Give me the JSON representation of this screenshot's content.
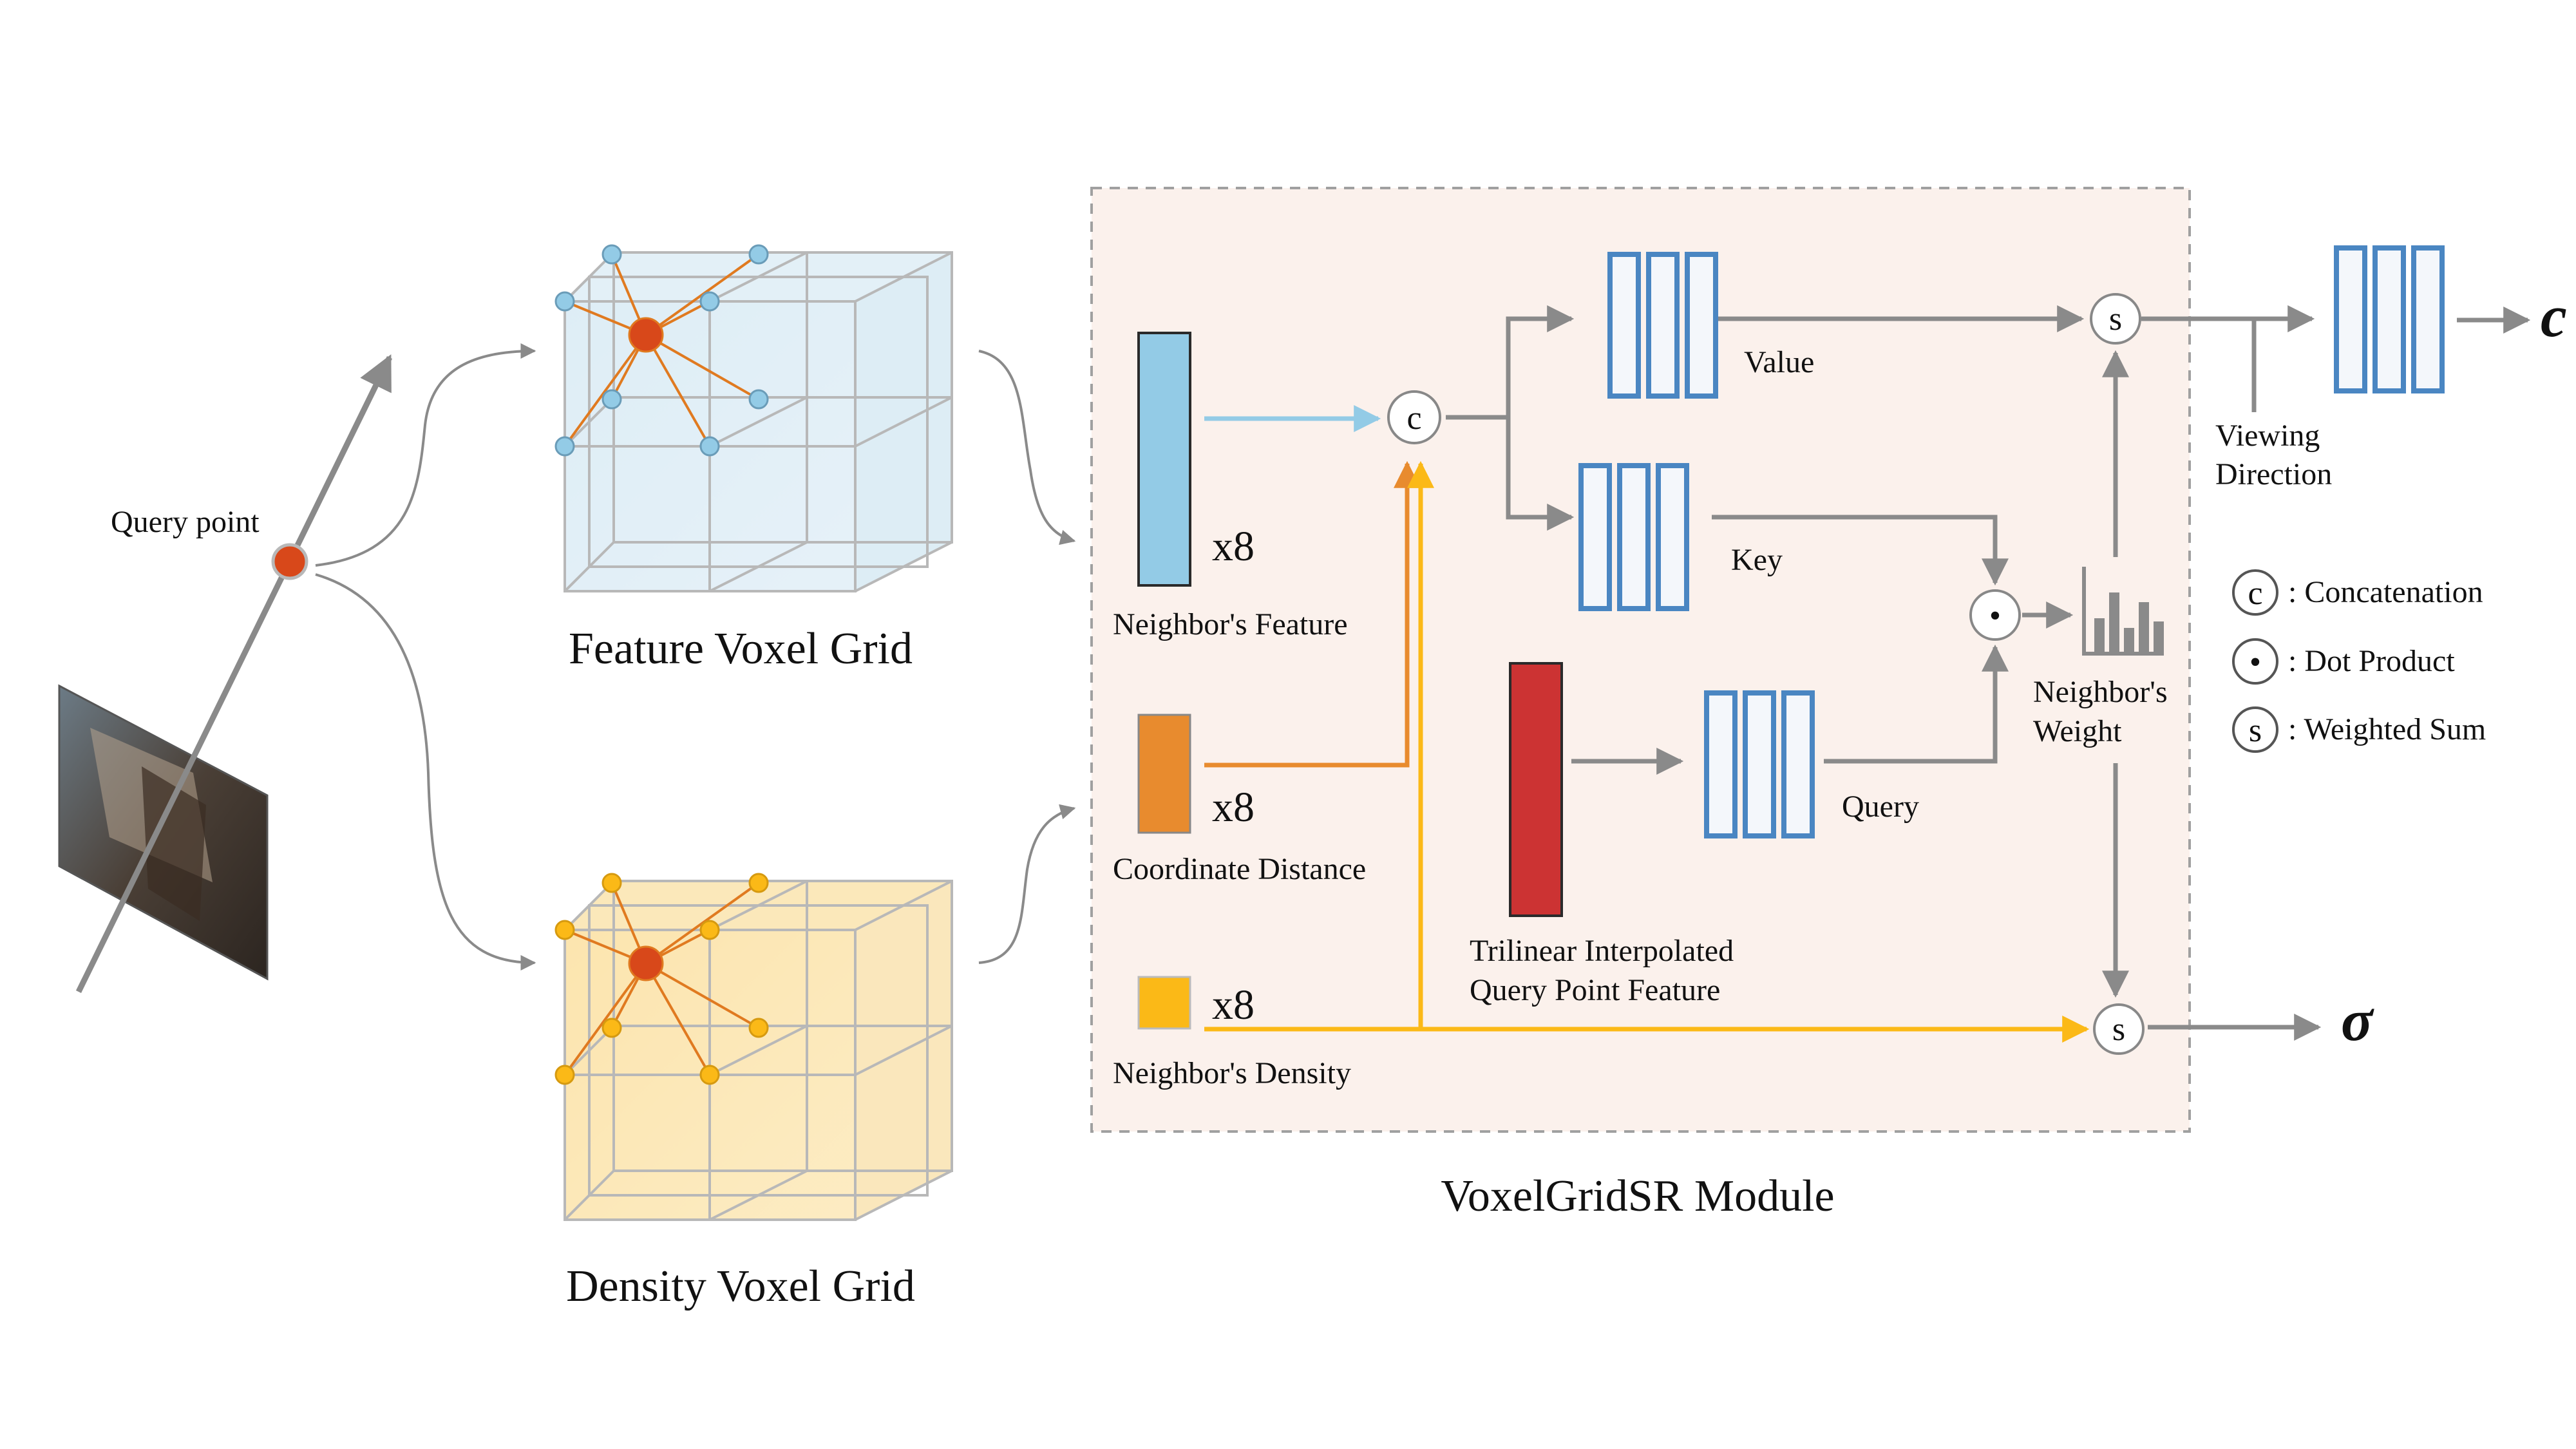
{
  "labels": {
    "query_point": "Query point",
    "feature_grid": "Feature Voxel Grid",
    "density_grid": "Density Voxel Grid",
    "module": "VoxelGridSR Module",
    "neighbor_feature": "Neighbor's Feature",
    "coordinate_distance": "Coordinate Distance",
    "neighbor_density": "Neighbor's Density",
    "multiplier": "x8",
    "value": "Value",
    "key": "Key",
    "query": "Query",
    "trilinear_line1": "Trilinear Interpolated",
    "trilinear_line2": "Query Point Feature",
    "neighbor_weight_line1": "Neighbor's",
    "neighbor_weight_line2": "Weight",
    "viewing_line1": "Viewing",
    "viewing_line2": "Direction",
    "output_color": "c",
    "output_density": "σ"
  },
  "operators": {
    "concat_symbol": "c",
    "dot_symbol": "•",
    "sum_symbol": "s"
  },
  "legend": [
    {
      "symbol": "c",
      "text": ": Concatenation"
    },
    {
      "symbol": "•",
      "text": ": Dot Product"
    },
    {
      "symbol": "s",
      "text": ": Weighted Sum"
    }
  ],
  "colors": {
    "feature_blue": "#93cbe6",
    "distance_orange": "#e88b2e",
    "density_yellow": "#fbb917",
    "query_red": "#cc3333",
    "mlp_blue": "#4a86c2",
    "module_bg": "#fbf1ec",
    "query_point": "#d8481a",
    "arrow_gray": "#8a8a8a"
  }
}
